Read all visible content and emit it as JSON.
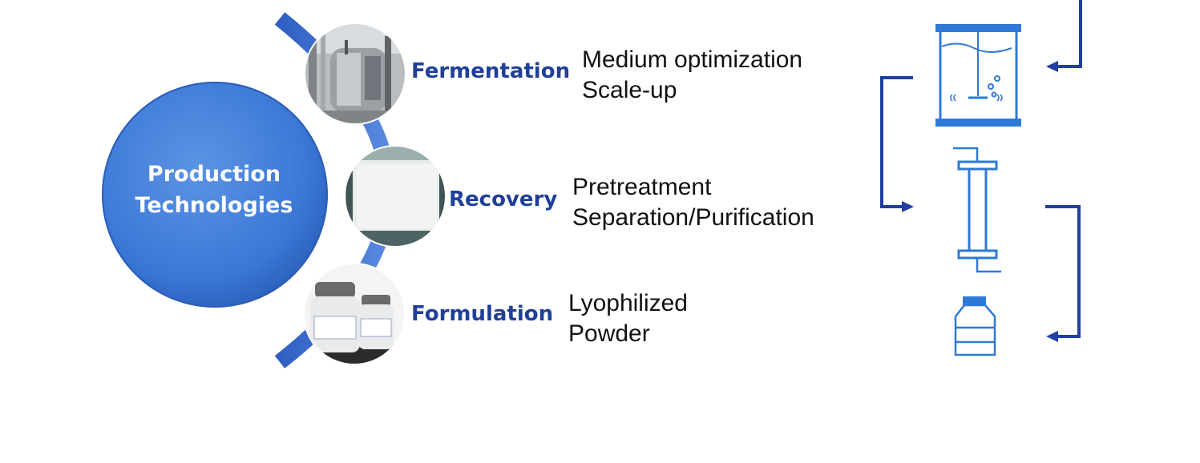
{
  "center": {
    "line1": "Production",
    "line2": "Technologies"
  },
  "stages": [
    {
      "name": "Fermentation",
      "details": [
        "Medium optimization",
        "Scale-up"
      ]
    },
    {
      "name": "Recovery",
      "details": [
        "Pretreatment",
        "Separation/Purification"
      ]
    },
    {
      "name": "Formulation",
      "details": [
        "Lyophilized",
        "Powder"
      ]
    }
  ],
  "colors": {
    "circle": "#3b78d6",
    "arc": "#3d6fd0",
    "stage_text": "#1f3f99",
    "flow": "#1f3fa3",
    "icon": "#2f79d6"
  }
}
